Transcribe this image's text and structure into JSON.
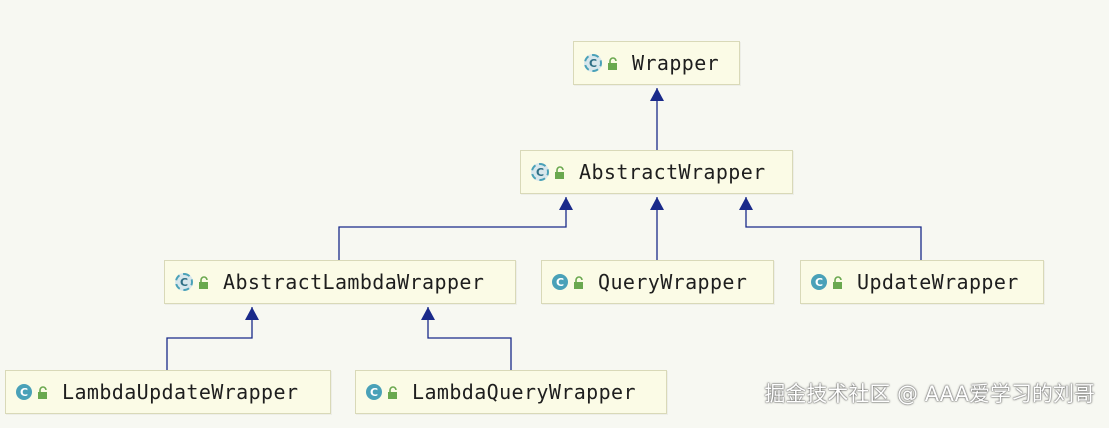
{
  "nodes": {
    "wrapper": {
      "label": "Wrapper",
      "abstract": true
    },
    "abstract_wrapper": {
      "label": "AbstractWrapper",
      "abstract": true
    },
    "abstract_lambda_wrapper": {
      "label": "AbstractLambdaWrapper",
      "abstract": true
    },
    "query_wrapper": {
      "label": "QueryWrapper",
      "abstract": false
    },
    "update_wrapper": {
      "label": "UpdateWrapper",
      "abstract": false
    },
    "lambda_update_wrapper": {
      "label": "LambdaUpdateWrapper",
      "abstract": false
    },
    "lambda_query_wrapper": {
      "label": "LambdaQueryWrapper",
      "abstract": false
    }
  },
  "edges": [
    {
      "from": "abstract_wrapper",
      "to": "wrapper"
    },
    {
      "from": "abstract_lambda_wrapper",
      "to": "abstract_wrapper"
    },
    {
      "from": "query_wrapper",
      "to": "abstract_wrapper"
    },
    {
      "from": "update_wrapper",
      "to": "abstract_wrapper"
    },
    {
      "from": "lambda_update_wrapper",
      "to": "abstract_lambda_wrapper"
    },
    {
      "from": "lambda_query_wrapper",
      "to": "abstract_lambda_wrapper"
    }
  ],
  "icon_glyph": "C",
  "colors": {
    "edge": "#1a2a8a",
    "class_icon": "#4aa1b8",
    "lock_icon": "#6aa84f"
  },
  "watermark": "掘金技术社区 @ AAA爱学习的刘哥"
}
